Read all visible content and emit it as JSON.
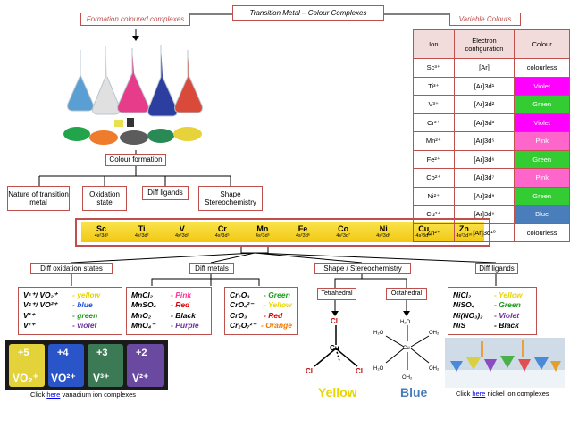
{
  "title": "Transition Metal – Colour Complexes",
  "formation_label": "Formation coloured complexes",
  "variable_label": "Variable Colours",
  "colour_formation": "Colour formation",
  "causes": [
    {
      "label": "Nature of transition metal"
    },
    {
      "label": "Oxidation state"
    },
    {
      "label": "Diff ligands"
    },
    {
      "label": "Shape Stereochemistry"
    }
  ],
  "elements": [
    {
      "sym": "Sc",
      "cfg": "4s²3d¹"
    },
    {
      "sym": "Ti",
      "cfg": "4s²3d²"
    },
    {
      "sym": "V",
      "cfg": "4s²3d³"
    },
    {
      "sym": "Cr",
      "cfg": "4s¹3d⁵"
    },
    {
      "sym": "Mn",
      "cfg": "4s²3d⁵"
    },
    {
      "sym": "Fe",
      "cfg": "4s²3d⁶"
    },
    {
      "sym": "Co",
      "cfg": "4s²3d⁷"
    },
    {
      "sym": "Ni",
      "cfg": "4s²3d⁸"
    },
    {
      "sym": "Cu",
      "cfg": "4s¹3d¹⁰"
    },
    {
      "sym": "Zn",
      "cfg": "4s²3d¹⁰"
    }
  ],
  "table": {
    "headers": [
      "Ion",
      "Electron configuration",
      "Colour"
    ],
    "rows": [
      {
        "ion": "Sc³⁺",
        "config": "[Ar]",
        "colour": "colourless",
        "color_hex": "#ffffff"
      },
      {
        "ion": "Ti³⁺",
        "config": "[Ar]3d¹",
        "colour": "Violet",
        "color_hex": "#ff00ff"
      },
      {
        "ion": "V³⁺",
        "config": "[Ar]3d²",
        "colour": "Green",
        "color_hex": "#33cc33"
      },
      {
        "ion": "Cr³⁺",
        "config": "[Ar]3d³",
        "colour": "Violet",
        "color_hex": "#ff00ff"
      },
      {
        "ion": "Mn²⁺",
        "config": "[Ar]3d⁵",
        "colour": "Pink",
        "color_hex": "#ff66cc"
      },
      {
        "ion": "Fe²⁺",
        "config": "[Ar]3d⁶",
        "colour": "Green",
        "color_hex": "#33cc33"
      },
      {
        "ion": "Co²⁺",
        "config": "[Ar]3d⁷",
        "colour": "Pink",
        "color_hex": "#ff66cc"
      },
      {
        "ion": "Ni²⁺",
        "config": "[Ar]3d⁸",
        "colour": "Green",
        "color_hex": "#33cc33"
      },
      {
        "ion": "Cu²⁺",
        "config": "[Ar]3d⁹",
        "colour": "Blue",
        "color_hex": "#4a7ebb"
      },
      {
        "ion": "Zn²⁺",
        "config": "[Ar]3d¹⁰",
        "colour": "colourless",
        "color_hex": "#ffffff"
      }
    ]
  },
  "categories": {
    "oxidation": "Diff oxidation states",
    "metals": "Diff metals",
    "shape": "Shape / Stereochemistry",
    "ligands": "Diff ligands"
  },
  "oxidation_list": [
    {
      "ion": "V⁵⁺/ VO₂⁺",
      "colour": "- yellow",
      "hex": "#e8d500"
    },
    {
      "ion": "V⁴⁺/ VO²⁺",
      "colour": "- blue",
      "hex": "#1f4fe0"
    },
    {
      "ion": "V³⁺",
      "colour": "- green",
      "hex": "#1a9e1a"
    },
    {
      "ion": "V²⁺",
      "colour": "- violet",
      "hex": "#7030a0"
    }
  ],
  "metal_list_1": [
    {
      "ion": "MnCl₂",
      "colour": "- Pink",
      "hex": "#ff3399"
    },
    {
      "ion": "MnSO₄",
      "colour": "- Red",
      "hex": "#e00000"
    },
    {
      "ion": "MnO₂",
      "colour": "- Black",
      "hex": "#000000"
    },
    {
      "ion": "MnO₄⁻",
      "colour": "- Purple",
      "hex": "#7030a0"
    }
  ],
  "metal_list_2": [
    {
      "ion": "Cr₂O₃",
      "colour": "- Green",
      "hex": "#1a9e1a"
    },
    {
      "ion": "CrO₄²⁻",
      "colour": "- Yellow",
      "hex": "#e8d500"
    },
    {
      "ion": "CrO₃",
      "colour": "- Red",
      "hex": "#e00000"
    },
    {
      "ion": "Cr₂O₇²⁻",
      "colour": "- Orange",
      "hex": "#f07800"
    }
  ],
  "ligand_list": [
    {
      "ion": "NiCl₂",
      "colour": "- Yellow",
      "hex": "#e8d500"
    },
    {
      "ion": "NiSO₄",
      "colour": "- Green",
      "hex": "#1a9e1a"
    },
    {
      "ion": "Ni(NO₃)₂",
      "colour": "- Violet",
      "hex": "#7030a0"
    },
    {
      "ion": "NiS",
      "colour": "- Black",
      "hex": "#000000"
    }
  ],
  "shapes": {
    "tetrahedral": "Tetrahedral",
    "octahedral": "Octahedral",
    "yellow": "Yellow",
    "blue": "Blue",
    "cu": "Cu",
    "cl": "Cl",
    "h2o": "H₂O",
    "oh2": "OH₂"
  },
  "vanadium_labels": [
    "+5",
    "+4",
    "+3",
    "+2"
  ],
  "vanadium_ions": [
    "VO₂⁺",
    "VO²⁺",
    "V³⁺",
    "V²⁺"
  ],
  "captions": {
    "click": "Click",
    "here": "here",
    "vanadium": "vanadium ion complexes",
    "nickel": "nickel ion complexes"
  },
  "colors": {
    "accent": "#c0504d",
    "header_fill": "#f2dcdb"
  }
}
